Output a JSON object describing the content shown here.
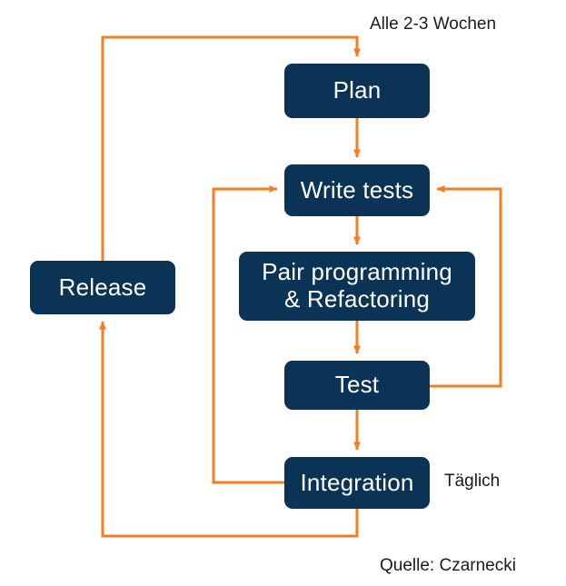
{
  "diagram": {
    "title": "Agile development cycle flow diagram",
    "colors": {
      "node_fill": "#0a3355",
      "node_text": "#ffffff",
      "connector": "#f47d20",
      "background": "#ffffff",
      "caption_text": "#1a1a1a"
    },
    "nodes": [
      {
        "id": "plan",
        "label": "Plan"
      },
      {
        "id": "write-tests",
        "label": "Write tests"
      },
      {
        "id": "pair",
        "label": "Pair programming\n& Refactoring"
      },
      {
        "id": "test",
        "label": "Test"
      },
      {
        "id": "integration",
        "label": "Integration"
      },
      {
        "id": "release",
        "label": "Release"
      }
    ],
    "captions": {
      "cadence": "Alle 2-3 Wochen",
      "daily": "Täglich",
      "source": "Quelle: Czarnecki"
    },
    "edges": [
      {
        "id": "plan-to-write-tests",
        "from": "plan",
        "to": "write-tests",
        "type": "straight-down",
        "arrow": true
      },
      {
        "id": "write-tests-to-pair",
        "from": "write-tests",
        "to": "pair",
        "type": "straight-down",
        "arrow": true
      },
      {
        "id": "pair-to-test",
        "from": "pair",
        "to": "test",
        "type": "straight-down",
        "arrow": true
      },
      {
        "id": "test-to-integration",
        "from": "test",
        "to": "integration",
        "type": "straight-down",
        "arrow": true
      },
      {
        "id": "test-to-write-tests-loop",
        "from": "test",
        "to": "write-tests",
        "type": "right-feedback",
        "arrow": true
      },
      {
        "id": "integration-to-write-tests-loop",
        "from": "integration",
        "to": "write-tests",
        "type": "left-feedback",
        "arrow": true
      },
      {
        "id": "integration-to-release",
        "from": "integration",
        "to": "release",
        "type": "bottom-left-loop",
        "arrow": true
      },
      {
        "id": "release-to-plan",
        "from": "release",
        "to": "plan",
        "type": "top-loop",
        "arrow": true
      }
    ]
  }
}
